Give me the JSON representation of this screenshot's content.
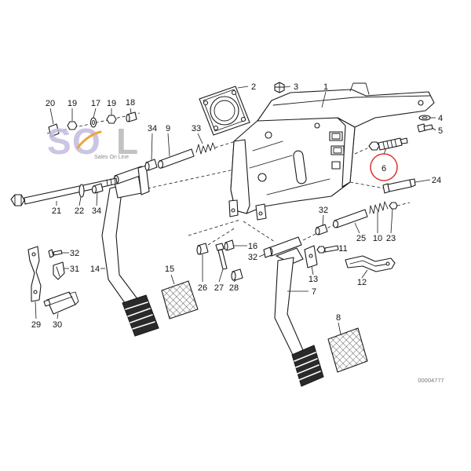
{
  "callouts": [
    {
      "text": "20"
    },
    {
      "text": "19"
    },
    {
      "text": "17"
    },
    {
      "text": "19"
    },
    {
      "text": "18"
    },
    {
      "text": "34"
    },
    {
      "text": "9"
    },
    {
      "text": "33"
    },
    {
      "text": "2"
    },
    {
      "text": "3"
    },
    {
      "text": "1"
    },
    {
      "text": "4"
    },
    {
      "text": "5"
    },
    {
      "text": "6",
      "highlighted": true
    },
    {
      "text": "24"
    },
    {
      "text": "21"
    },
    {
      "text": "22"
    },
    {
      "text": "34"
    },
    {
      "text": "32"
    },
    {
      "text": "25"
    },
    {
      "text": "10"
    },
    {
      "text": "23"
    },
    {
      "text": "16"
    },
    {
      "text": "32"
    },
    {
      "text": "11"
    },
    {
      "text": "32"
    },
    {
      "text": "31"
    },
    {
      "text": "14"
    },
    {
      "text": "15"
    },
    {
      "text": "13"
    },
    {
      "text": "12"
    },
    {
      "text": "7"
    },
    {
      "text": "26"
    },
    {
      "text": "27"
    },
    {
      "text": "28"
    },
    {
      "text": "29"
    },
    {
      "text": "30"
    },
    {
      "text": "8"
    }
  ],
  "highlight_color": "#e0312f",
  "line_color": "#1a1a1a",
  "drawing_number": "00004777",
  "watermark": {
    "letters": [
      "S",
      "O",
      "L"
    ],
    "tagline": "Sales On Line",
    "colors": {
      "S": "#c3bce0",
      "O": "#c3bce0",
      "L": "#b8b8b8",
      "swoosh": "#f0a436"
    }
  }
}
